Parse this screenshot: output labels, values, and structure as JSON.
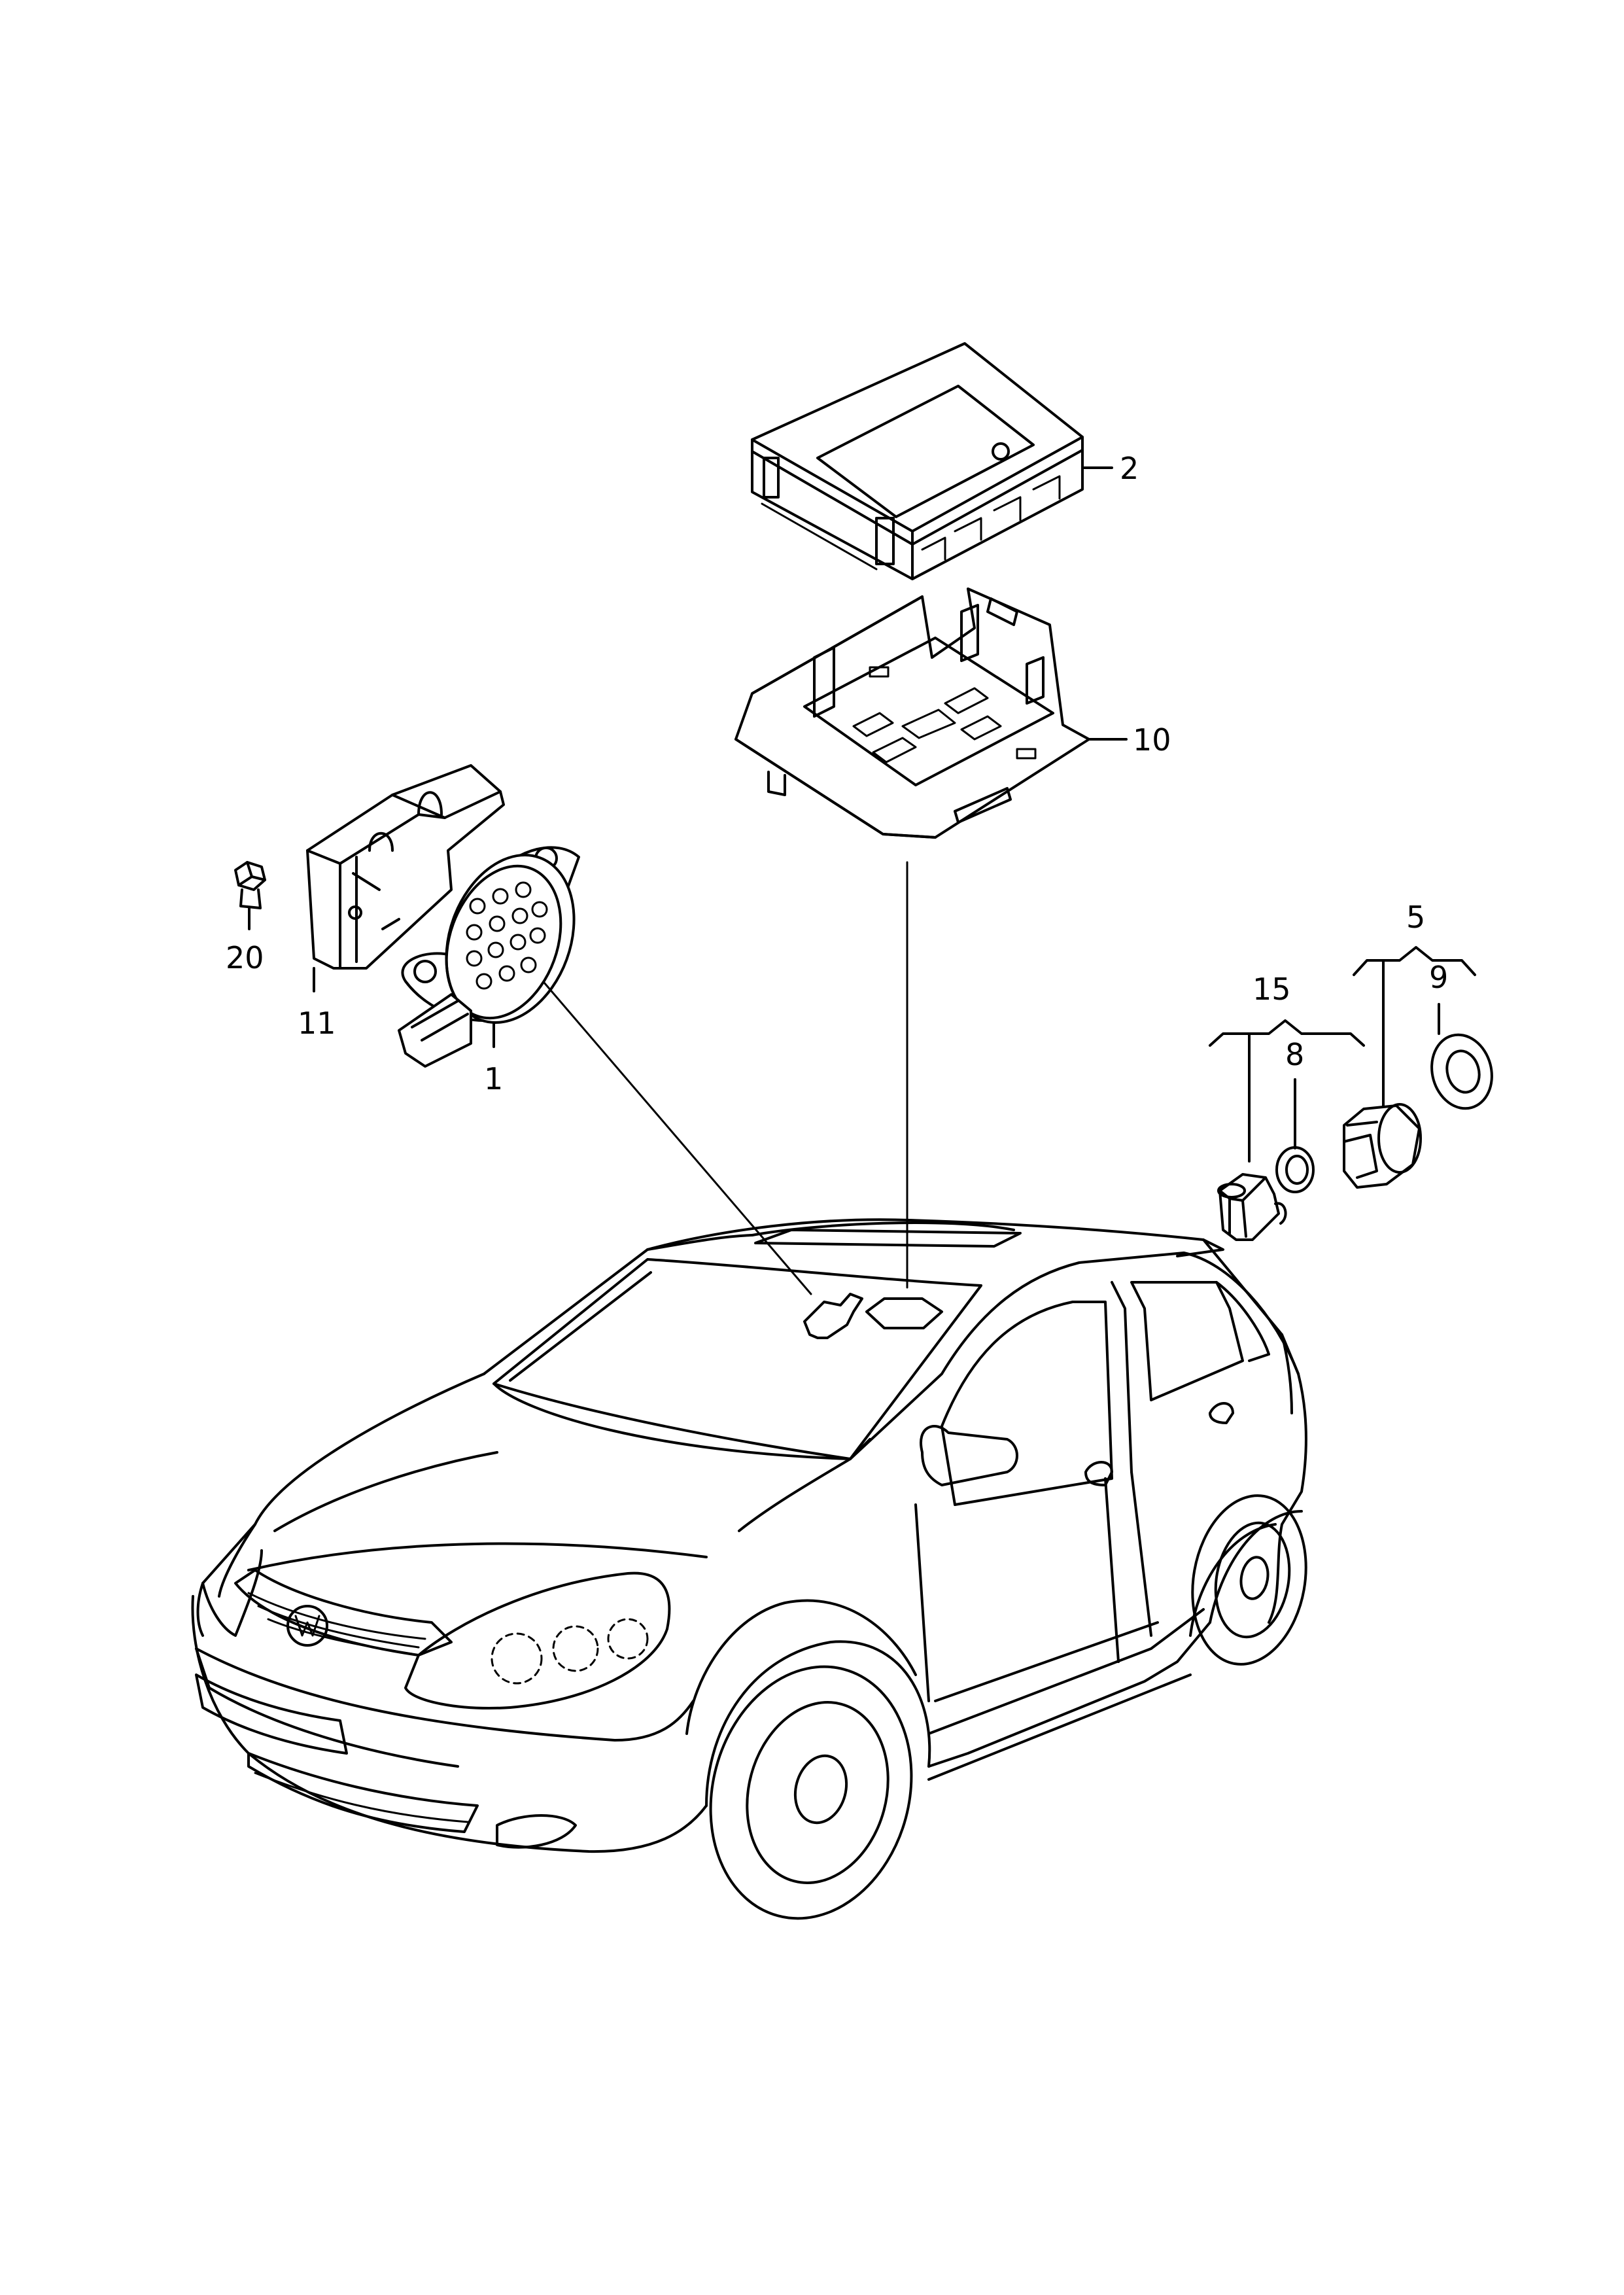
{
  "callouts": {
    "c1": "1",
    "c2": "2",
    "c5": "5",
    "c8": "8",
    "c9": "9",
    "c10": "10",
    "c11": "11",
    "c15": "15",
    "c20": "20"
  },
  "colors": {
    "line": "#000000",
    "background": "#ffffff"
  }
}
